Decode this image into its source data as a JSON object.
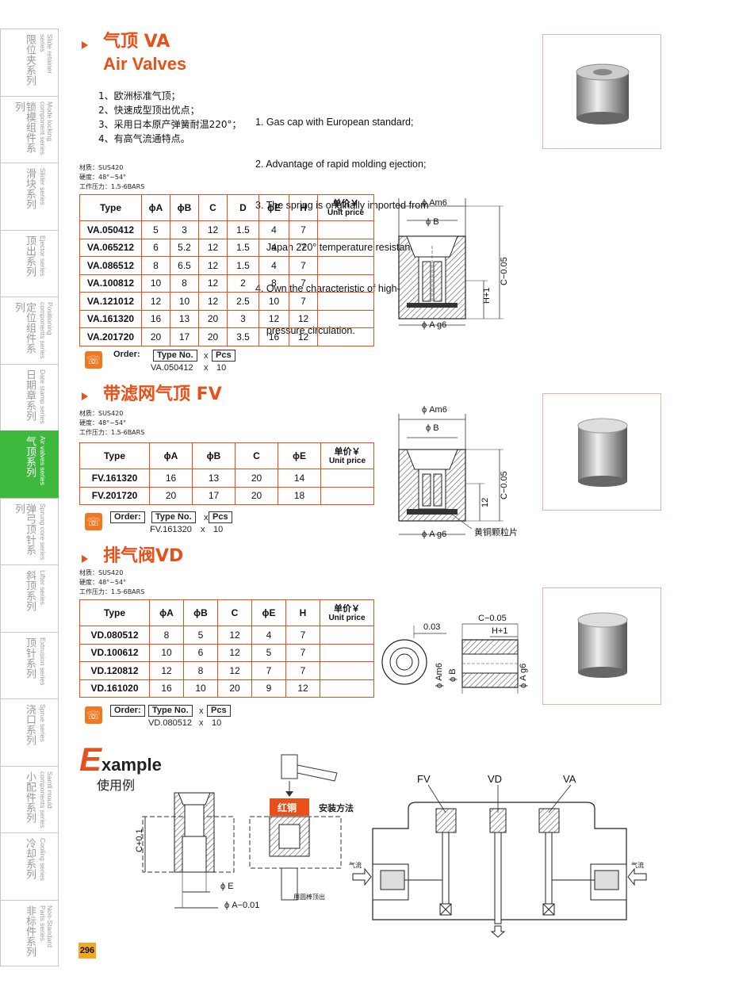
{
  "sidebar": [
    {
      "zh": "限位夹系列",
      "en": "Slide retainer\nseries",
      "active": false
    },
    {
      "zh": "锁模组件系列",
      "en": "Mode locking\ncomponent series",
      "active": false
    },
    {
      "zh": "滑块系列",
      "en": "Slider series",
      "active": false
    },
    {
      "zh": "顶出系列",
      "en": "Ejector series",
      "active": false
    },
    {
      "zh": "定位组件系列",
      "en": "Positioning\ncomponents series",
      "active": false
    },
    {
      "zh": "日期章系列",
      "en": "Date stamp series",
      "active": false
    },
    {
      "zh": "气顶系列",
      "en": "Air valves series",
      "active": true
    },
    {
      "zh": "弹弓顶针系列",
      "en": "Sprung core series",
      "active": false
    },
    {
      "zh": "斜顶系列",
      "en": "Lifter series",
      "active": false
    },
    {
      "zh": "顶针系列",
      "en": "Extrusion series",
      "active": false
    },
    {
      "zh": "浇口系列",
      "en": "Sprue series",
      "active": false
    },
    {
      "zh": "小配件系列",
      "en": "Samll mould\ncomponents series",
      "active": false
    },
    {
      "zh": "冷却系列",
      "en": "Cooling series",
      "active": false
    },
    {
      "zh": "非标件系列",
      "en": "Non-Standard\nParts series",
      "active": false
    }
  ],
  "va": {
    "title_zh": "气顶 VA",
    "title_en": "Air Valves",
    "features_zh": [
      "1、欧洲标准气顶；",
      "2、快速成型顶出优点；",
      "3、采用日本原产弹簧耐温220°；",
      "4、有高气流通特点。"
    ],
    "features_en": [
      "1. Gas cap with European standard;",
      "2. Advantage of rapid molding ejection;",
      "3. The spring is originally imported from",
      "    Japan 220° temperature resistance;",
      "4. Own the characteristic of high-",
      "    pressure circulation."
    ],
    "material": "材质：SUS420",
    "hardness": "硬度：48°~54°",
    "pressure": "工作压力：1.5-6BARS",
    "headers": [
      "Type",
      "ϕA",
      "ϕB",
      "C",
      "D",
      "ϕE",
      "H"
    ],
    "price_zh": "单价￥",
    "price_en": "Unit price",
    "rows": [
      [
        "VA.050412",
        "5",
        "3",
        "12",
        "1.5",
        "4",
        "7"
      ],
      [
        "VA.065212",
        "6",
        "5.2",
        "12",
        "1.5",
        "4",
        "7"
      ],
      [
        "VA.086512",
        "8",
        "6.5",
        "12",
        "1.5",
        "4",
        "7"
      ],
      [
        "VA.100812",
        "10",
        "8",
        "12",
        "2",
        "8",
        "7"
      ],
      [
        "VA.121012",
        "12",
        "10",
        "12",
        "2.5",
        "10",
        "7"
      ],
      [
        "VA.161320",
        "16",
        "13",
        "20",
        "3",
        "12",
        "12"
      ],
      [
        "VA.201720",
        "20",
        "17",
        "20",
        "3.5",
        "16",
        "12"
      ]
    ],
    "order_example": "VA.050412",
    "order_qty": "10"
  },
  "order": {
    "label": "Order:",
    "type_no": "Type No.",
    "x": "x",
    "pcs": "Pcs"
  },
  "fv": {
    "title": "带滤网气顶 FV",
    "material": "材质：SUS420",
    "hardness": "硬度：48°~54°",
    "pressure": "工作压力：1.5-6BARS",
    "headers": [
      "Type",
      "ϕA",
      "ϕB",
      "C",
      "ϕE"
    ],
    "rows": [
      [
        "FV.161320",
        "16",
        "13",
        "20",
        "14"
      ],
      [
        "FV.201720",
        "20",
        "17",
        "20",
        "18"
      ]
    ],
    "order_example": "FV.161320",
    "order_qty": "10",
    "brass_label": "黄铜颗粒片"
  },
  "vd": {
    "title": "排气阀VD",
    "material": "材质：SUS420",
    "hardness": "硬度：48°~54°",
    "pressure": "工作压力：1.5-6BARS",
    "headers": [
      "Type",
      "ϕA",
      "ϕB",
      "C",
      "ϕE",
      "H"
    ],
    "rows": [
      [
        "VD.080512",
        "8",
        "5",
        "12",
        "4",
        "7"
      ],
      [
        "VD.100612",
        "10",
        "6",
        "12",
        "5",
        "7"
      ],
      [
        "VD.120812",
        "12",
        "8",
        "12",
        "7",
        "7"
      ],
      [
        "VD.161020",
        "16",
        "10",
        "20",
        "9",
        "12"
      ]
    ],
    "order_example": "VD.080512",
    "order_qty": "10",
    "gap": "0.03"
  },
  "dims": {
    "phiA_m6": "ϕ Am6",
    "phiB": "ϕ B",
    "C": "C−0.05",
    "H": "H+1",
    "phiA_g6": "ϕ A g6",
    "twelve": "12"
  },
  "example": {
    "E": "E",
    "rest": "xample",
    "zh": "使用例",
    "c_label": "C+0.1",
    "phiE": "ϕ E",
    "phiA": "ϕ A−0.01",
    "copper": "红铜",
    "install": "安装方法",
    "rod": "用圆棒顶出",
    "fv": "FV",
    "vd": "VD",
    "va": "VA",
    "airflow": "气流"
  },
  "page_number": "296"
}
